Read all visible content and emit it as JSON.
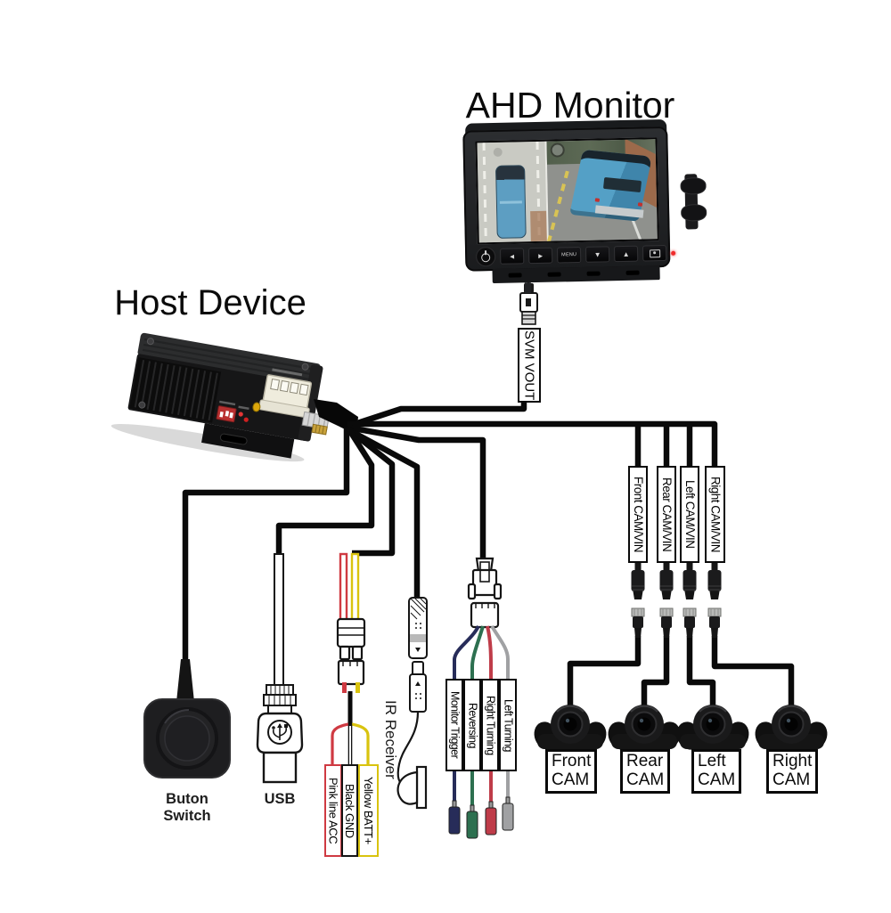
{
  "titles": {
    "monitor": "AHD Monitor",
    "host": "Host Device"
  },
  "monitor": {
    "menu_button": "MENU",
    "button_glyphs": {
      "left": "◄",
      "right": "►",
      "down": "▼",
      "up": "▲"
    }
  },
  "connector_labels": {
    "svm_vout": "SVM VOUT",
    "front": "Front CAM/VIN",
    "rear": "Rear CAM/VIN",
    "left": "Left CAM/VIN",
    "right": "Right CAM/VIN"
  },
  "trigger_labels": {
    "monitor_trigger": "Monitor Trigger",
    "reversing": "Reversing",
    "right_turning": "Right Turning",
    "left_turning": "Left Turning"
  },
  "power_labels": {
    "batt": "Yellow BATT+",
    "gnd": "Black GND",
    "acc": "Pink line ACC"
  },
  "peripherals": {
    "ir": "IR Receiver",
    "button_switch": "Buton Switch",
    "usb": "USB"
  },
  "camera_labels": {
    "front": {
      "l1": "Front",
      "l2": "CAM"
    },
    "rear": {
      "l1": "Rear",
      "l2": "CAM"
    },
    "left": {
      "l1": "Left",
      "l2": "CAM"
    },
    "right": {
      "l1": "Right",
      "l2": "CAM"
    }
  },
  "colors": {
    "wire": "#0a0a0a",
    "monitor_trigger_wire": "#272c59",
    "reversing_wire": "#2d7050",
    "right_turning_wire": "#bf3c49",
    "left_turning_wire": "#a0a1a3",
    "acc_wire": "#cf3a42",
    "batt_wire": "#d9c30e",
    "bus_blue": "#4f97bd",
    "led_red": "#ef2b2b"
  }
}
